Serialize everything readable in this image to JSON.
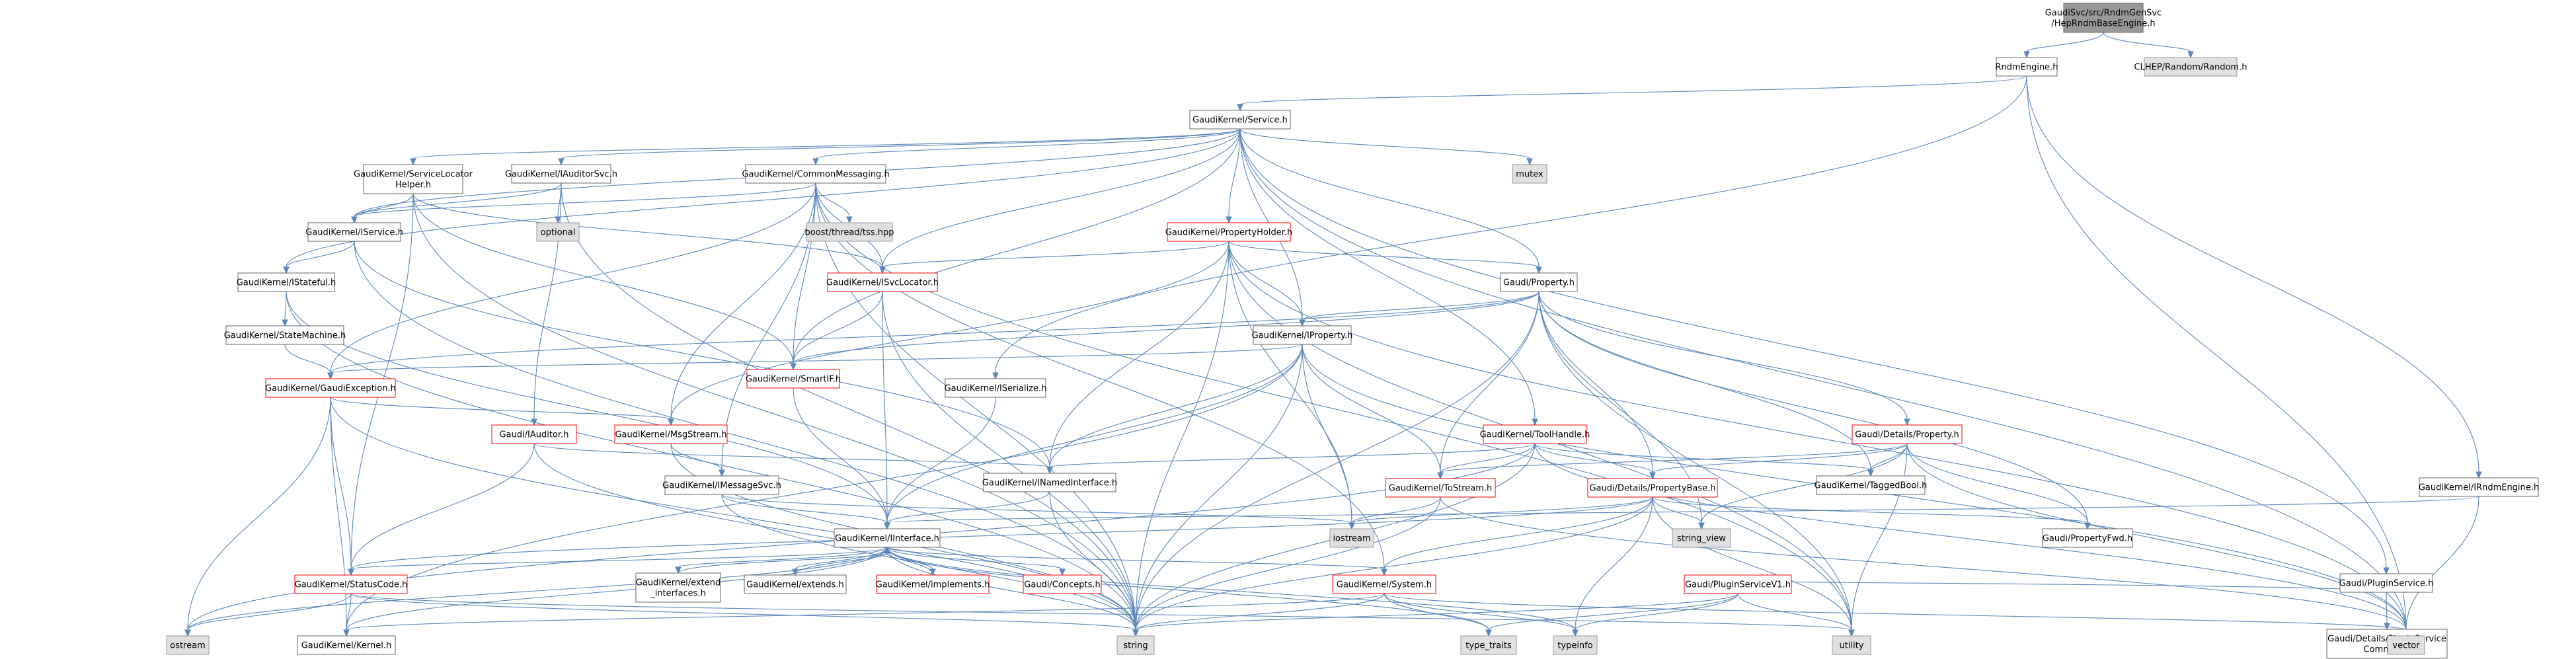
{
  "colors": {
    "root_fill": "#999999",
    "root_border": "#666666",
    "linked_fill": "#ffffff",
    "linked_border": "#666666",
    "red_border": "#ff0000",
    "external_fill": "#e0e0e0",
    "external_border": "#999999",
    "edge": "#5b87bb",
    "text": "#000000"
  },
  "nodes": [
    {
      "id": "root",
      "lines": [
        "GaudiSvc/src/RndmGenSvc",
        "/HepRndmBaseEngine.h"
      ],
      "kind": "root"
    },
    {
      "id": "RndmEngine",
      "lines": [
        "RndmEngine.h"
      ],
      "kind": "normal"
    },
    {
      "id": "CLHEPRandom",
      "lines": [
        "CLHEP/Random/Random.h"
      ],
      "kind": "external"
    },
    {
      "id": "Service",
      "lines": [
        "GaudiKernel/Service.h"
      ],
      "kind": "normal"
    },
    {
      "id": "ServiceLocatorHelper",
      "lines": [
        "GaudiKernel/ServiceLocator",
        "Helper.h"
      ],
      "kind": "normal"
    },
    {
      "id": "IAuditorSvc",
      "lines": [
        "GaudiKernel/IAuditorSvc.h"
      ],
      "kind": "normal"
    },
    {
      "id": "CommonMessaging",
      "lines": [
        "GaudiKernel/CommonMessaging.h"
      ],
      "kind": "normal"
    },
    {
      "id": "mutex",
      "lines": [
        "mutex"
      ],
      "kind": "external"
    },
    {
      "id": "IService",
      "lines": [
        "GaudiKernel/IService.h"
      ],
      "kind": "normal"
    },
    {
      "id": "optional",
      "lines": [
        "optional"
      ],
      "kind": "external"
    },
    {
      "id": "boosttss",
      "lines": [
        "boost/thread/tss.hpp"
      ],
      "kind": "external"
    },
    {
      "id": "PropertyHolder",
      "lines": [
        "GaudiKernel/PropertyHolder.h"
      ],
      "kind": "red"
    },
    {
      "id": "GaudiProperty",
      "lines": [
        "Gaudi/Property.h"
      ],
      "kind": "normal"
    },
    {
      "id": "IStateful",
      "lines": [
        "GaudiKernel/IStateful.h"
      ],
      "kind": "normal"
    },
    {
      "id": "ISvcLocator",
      "lines": [
        "GaudiKernel/ISvcLocator.h"
      ],
      "kind": "red"
    },
    {
      "id": "SmartIF",
      "lines": [
        "GaudiKernel/SmartIF.h"
      ],
      "kind": "red"
    },
    {
      "id": "IProperty",
      "lines": [
        "GaudiKernel/IProperty.h"
      ],
      "kind": "normal"
    },
    {
      "id": "StateMachine",
      "lines": [
        "GaudiKernel/StateMachine.h"
      ],
      "kind": "normal"
    },
    {
      "id": "GaudiException",
      "lines": [
        "GaudiKernel/GaudiException.h"
      ],
      "kind": "red"
    },
    {
      "id": "ISerialize",
      "lines": [
        "GaudiKernel/ISerialize.h"
      ],
      "kind": "normal"
    },
    {
      "id": "IAuditor",
      "lines": [
        "Gaudi/IAuditor.h"
      ],
      "kind": "red"
    },
    {
      "id": "MsgStream",
      "lines": [
        "GaudiKernel/MsgStream.h"
      ],
      "kind": "red"
    },
    {
      "id": "ToolHandle",
      "lines": [
        "GaudiKernel/ToolHandle.h"
      ],
      "kind": "red"
    },
    {
      "id": "DetailsProperty",
      "lines": [
        "Gaudi/Details/Property.h"
      ],
      "kind": "red"
    },
    {
      "id": "INamedInterface",
      "lines": [
        "GaudiKernel/INamedInterface.h"
      ],
      "kind": "normal"
    },
    {
      "id": "IMessageSvc",
      "lines": [
        "GaudiKernel/IMessageSvc.h"
      ],
      "kind": "normal"
    },
    {
      "id": "ToStream",
      "lines": [
        "GaudiKernel/ToStream.h"
      ],
      "kind": "red"
    },
    {
      "id": "PropertyBase",
      "lines": [
        "Gaudi/Details/PropertyBase.h"
      ],
      "kind": "red"
    },
    {
      "id": "TaggedBool",
      "lines": [
        "GaudiKernel/TaggedBool.h"
      ],
      "kind": "normal"
    },
    {
      "id": "IRndmEngine",
      "lines": [
        "GaudiKernel/IRndmEngine.h"
      ],
      "kind": "normal"
    },
    {
      "id": "iostream",
      "lines": [
        "iostream"
      ],
      "kind": "external"
    },
    {
      "id": "string_view",
      "lines": [
        "string_view"
      ],
      "kind": "external"
    },
    {
      "id": "PropertyFwd",
      "lines": [
        "Gaudi/PropertyFwd.h"
      ],
      "kind": "normal"
    },
    {
      "id": "PluginService",
      "lines": [
        "Gaudi/PluginService.h"
      ],
      "kind": "normal"
    },
    {
      "id": "IInterface",
      "lines": [
        "GaudiKernel/IInterface.h"
      ],
      "kind": "normal"
    },
    {
      "id": "StatusCode",
      "lines": [
        "GaudiKernel/StatusCode.h"
      ],
      "kind": "red"
    },
    {
      "id": "extend_interfaces",
      "lines": [
        "GaudiKernel/extend",
        "_interfaces.h"
      ],
      "kind": "normal"
    },
    {
      "id": "extends",
      "lines": [
        "GaudiKernel/extends.h"
      ],
      "kind": "normal"
    },
    {
      "id": "implements",
      "lines": [
        "GaudiKernel/implements.h"
      ],
      "kind": "red"
    },
    {
      "id": "Concepts",
      "lines": [
        "Gaudi/Concepts.h"
      ],
      "kind": "red"
    },
    {
      "id": "System",
      "lines": [
        "GaudiKernel/System.h"
      ],
      "kind": "red"
    },
    {
      "id": "PluginServiceV1",
      "lines": [
        "Gaudi/PluginServiceV1.h"
      ],
      "kind": "red"
    },
    {
      "id": "PluginServiceCommon",
      "lines": [
        "Gaudi/Details/PluginService",
        "Common.h"
      ],
      "kind": "normal"
    },
    {
      "id": "ostream",
      "lines": [
        "ostream"
      ],
      "kind": "external"
    },
    {
      "id": "Kernel",
      "lines": [
        "GaudiKernel/Kernel.h"
      ],
      "kind": "normal"
    },
    {
      "id": "string",
      "lines": [
        "string"
      ],
      "kind": "external"
    },
    {
      "id": "type_traits",
      "lines": [
        "type_traits"
      ],
      "kind": "external"
    },
    {
      "id": "typeinfo",
      "lines": [
        "typeinfo"
      ],
      "kind": "external"
    },
    {
      "id": "utility",
      "lines": [
        "utility"
      ],
      "kind": "external"
    },
    {
      "id": "vector",
      "lines": [
        "vector"
      ],
      "kind": "external"
    }
  ],
  "edges": [
    [
      "root",
      "RndmEngine"
    ],
    [
      "root",
      "CLHEPRandom"
    ],
    [
      "RndmEngine",
      "Service"
    ],
    [
      "RndmEngine",
      "ISerialize"
    ],
    [
      "RndmEngine",
      "IRndmEngine"
    ],
    [
      "RndmEngine",
      "vector"
    ],
    [
      "Service",
      "ServiceLocatorHelper"
    ],
    [
      "Service",
      "IAuditorSvc"
    ],
    [
      "Service",
      "CommonMessaging"
    ],
    [
      "Service",
      "mutex"
    ],
    [
      "Service",
      "IService"
    ],
    [
      "Service",
      "IStateful"
    ],
    [
      "Service",
      "ISvcLocator"
    ],
    [
      "Service",
      "SmartIF"
    ],
    [
      "Service",
      "PropertyHolder"
    ],
    [
      "Service",
      "GaudiProperty"
    ],
    [
      "Service",
      "IProperty"
    ],
    [
      "Service",
      "ToolHandle"
    ],
    [
      "Service",
      "PluginService"
    ],
    [
      "Service",
      "vector"
    ],
    [
      "ServiceLocatorHelper",
      "IService"
    ],
    [
      "ServiceLocatorHelper",
      "ISvcLocator"
    ],
    [
      "ServiceLocatorHelper",
      "SmartIF"
    ],
    [
      "ServiceLocatorHelper",
      "StatusCode"
    ],
    [
      "ServiceLocatorHelper",
      "string"
    ],
    [
      "IAuditorSvc",
      "IService"
    ],
    [
      "IAuditorSvc",
      "optional"
    ],
    [
      "IAuditorSvc",
      "IAuditor"
    ],
    [
      "IAuditorSvc",
      "string"
    ],
    [
      "CommonMessaging",
      "IService"
    ],
    [
      "CommonMessaging",
      "boosttss"
    ],
    [
      "CommonMessaging",
      "ISvcLocator"
    ],
    [
      "CommonMessaging",
      "SmartIF"
    ],
    [
      "CommonMessaging",
      "GaudiException"
    ],
    [
      "CommonMessaging",
      "MsgStream"
    ],
    [
      "CommonMessaging",
      "IMessageSvc"
    ],
    [
      "CommonMessaging",
      "System"
    ],
    [
      "CommonMessaging",
      "utility"
    ],
    [
      "CommonMessaging",
      "string"
    ],
    [
      "IService",
      "IStateful"
    ],
    [
      "IService",
      "INamedInterface"
    ],
    [
      "IService",
      "string"
    ],
    [
      "IStateful",
      "StateMachine"
    ],
    [
      "IStateful",
      "IInterface"
    ],
    [
      "IStateful",
      "string"
    ],
    [
      "StateMachine",
      "GaudiException"
    ],
    [
      "PropertyHolder",
      "ISvcLocator"
    ],
    [
      "PropertyHolder",
      "GaudiProperty"
    ],
    [
      "PropertyHolder",
      "IProperty"
    ],
    [
      "PropertyHolder",
      "INamedInterface"
    ],
    [
      "PropertyHolder",
      "MsgStream"
    ],
    [
      "PropertyHolder",
      "iostream"
    ],
    [
      "PropertyHolder",
      "string"
    ],
    [
      "PropertyHolder",
      "utility"
    ],
    [
      "PropertyHolder",
      "vector"
    ],
    [
      "GaudiProperty",
      "SmartIF"
    ],
    [
      "GaudiProperty",
      "IProperty"
    ],
    [
      "GaudiProperty",
      "DetailsProperty"
    ],
    [
      "GaudiProperty",
      "PropertyBase"
    ],
    [
      "GaudiProperty",
      "TaggedBool"
    ],
    [
      "GaudiProperty",
      "ToStream"
    ],
    [
      "GaudiProperty",
      "PropertyFwd"
    ],
    [
      "GaudiProperty",
      "string"
    ],
    [
      "GaudiProperty",
      "string_view"
    ],
    [
      "GaudiProperty",
      "utility"
    ],
    [
      "GaudiProperty",
      "GaudiException"
    ],
    [
      "ISvcLocator",
      "SmartIF"
    ],
    [
      "ISvcLocator",
      "IInterface"
    ],
    [
      "ISvcLocator",
      "string"
    ],
    [
      "SmartIF",
      "IInterface"
    ],
    [
      "IProperty",
      "GaudiException"
    ],
    [
      "IProperty",
      "INamedInterface"
    ],
    [
      "IProperty",
      "IInterface"
    ],
    [
      "IProperty",
      "ToStream"
    ],
    [
      "IProperty",
      "iostream"
    ],
    [
      "IProperty",
      "string"
    ],
    [
      "IProperty",
      "vector"
    ],
    [
      "IProperty",
      "Kernel"
    ],
    [
      "GaudiException",
      "MsgStream"
    ],
    [
      "GaudiException",
      "StatusCode"
    ],
    [
      "GaudiException",
      "Kernel"
    ],
    [
      "GaudiException",
      "ostream"
    ],
    [
      "GaudiException",
      "string"
    ],
    [
      "ISerialize",
      "IInterface"
    ],
    [
      "IAuditor",
      "INamedInterface"
    ],
    [
      "IAuditor",
      "StatusCode"
    ],
    [
      "IAuditor",
      "string"
    ],
    [
      "MsgStream",
      "IMessageSvc"
    ],
    [
      "MsgStream",
      "string"
    ],
    [
      "ToolHandle",
      "INamedInterface"
    ],
    [
      "ToolHandle",
      "PropertyBase"
    ],
    [
      "ToolHandle",
      "TaggedBool"
    ],
    [
      "ToolHandle",
      "ToStream"
    ],
    [
      "ToolHandle",
      "string"
    ],
    [
      "ToolHandle",
      "vector"
    ],
    [
      "ToolHandle",
      "ostream"
    ],
    [
      "DetailsProperty",
      "PropertyBase"
    ],
    [
      "DetailsProperty",
      "TaggedBool"
    ],
    [
      "DetailsProperty",
      "ToStream"
    ],
    [
      "DetailsProperty",
      "PropertyFwd"
    ],
    [
      "DetailsProperty",
      "string_view"
    ],
    [
      "DetailsProperty",
      "utility"
    ],
    [
      "DetailsProperty",
      "vector"
    ],
    [
      "INamedInterface",
      "IInterface"
    ],
    [
      "INamedInterface",
      "string"
    ],
    [
      "IMessageSvc",
      "IInterface"
    ],
    [
      "IMessageSvc",
      "iostream"
    ],
    [
      "IMessageSvc",
      "string"
    ],
    [
      "ToStream",
      "iostream"
    ],
    [
      "ToStream",
      "string"
    ],
    [
      "ToStream",
      "vector"
    ],
    [
      "PropertyBase",
      "StatusCode"
    ],
    [
      "PropertyBase",
      "iostream"
    ],
    [
      "PropertyBase",
      "string"
    ],
    [
      "PropertyBase",
      "string_view"
    ],
    [
      "PropertyBase",
      "typeinfo"
    ],
    [
      "PropertyBase",
      "utility"
    ],
    [
      "PropertyBase",
      "System"
    ],
    [
      "PropertyBase",
      "PropertyFwd"
    ],
    [
      "IRndmEngine",
      "IInterface"
    ],
    [
      "IRndmEngine",
      "vector"
    ],
    [
      "PluginService",
      "PluginServiceV1"
    ],
    [
      "PluginService",
      "PluginServiceCommon"
    ],
    [
      "PluginServiceV1",
      "typeinfo"
    ],
    [
      "PluginServiceV1",
      "utility"
    ],
    [
      "PluginServiceV1",
      "type_traits"
    ],
    [
      "PluginServiceV1",
      "string"
    ],
    [
      "IInterface",
      "StatusCode"
    ],
    [
      "IInterface",
      "extend_interfaces"
    ],
    [
      "IInterface",
      "extends"
    ],
    [
      "IInterface",
      "implements"
    ],
    [
      "IInterface",
      "Concepts"
    ],
    [
      "IInterface",
      "System"
    ],
    [
      "IInterface",
      "Kernel"
    ],
    [
      "IInterface",
      "ostream"
    ],
    [
      "IInterface",
      "string"
    ],
    [
      "IInterface",
      "type_traits"
    ],
    [
      "IInterface",
      "typeinfo"
    ],
    [
      "extend_interfaces",
      "IInterface"
    ],
    [
      "extends",
      "IInterface"
    ],
    [
      "implements",
      "IInterface"
    ],
    [
      "StatusCode",
      "Kernel"
    ],
    [
      "StatusCode",
      "ostream"
    ],
    [
      "StatusCode",
      "string"
    ],
    [
      "StatusCode",
      "utility"
    ],
    [
      "System",
      "Kernel"
    ],
    [
      "System",
      "string"
    ],
    [
      "System",
      "typeinfo"
    ],
    [
      "System",
      "type_traits"
    ],
    [
      "System",
      "vector"
    ]
  ]
}
